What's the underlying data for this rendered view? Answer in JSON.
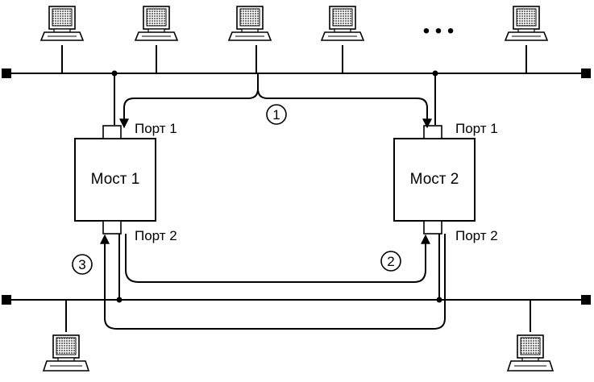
{
  "diagram": {
    "bridges": [
      {
        "id": "bridge-1",
        "label": "Мост 1",
        "port_top": "Порт 1",
        "port_bottom": "Порт 2"
      },
      {
        "id": "bridge-2",
        "label": "Мост 2",
        "port_top": "Порт 1",
        "port_bottom": "Порт 2"
      }
    ],
    "paths": [
      {
        "id": "path-1",
        "label": "1"
      },
      {
        "id": "path-2",
        "label": "2"
      },
      {
        "id": "path-3",
        "label": "3"
      }
    ],
    "ellipsis": "• • •",
    "colors": {
      "stroke": "#000000",
      "screen": "#8c8c8c",
      "background": "#ffffff"
    }
  }
}
